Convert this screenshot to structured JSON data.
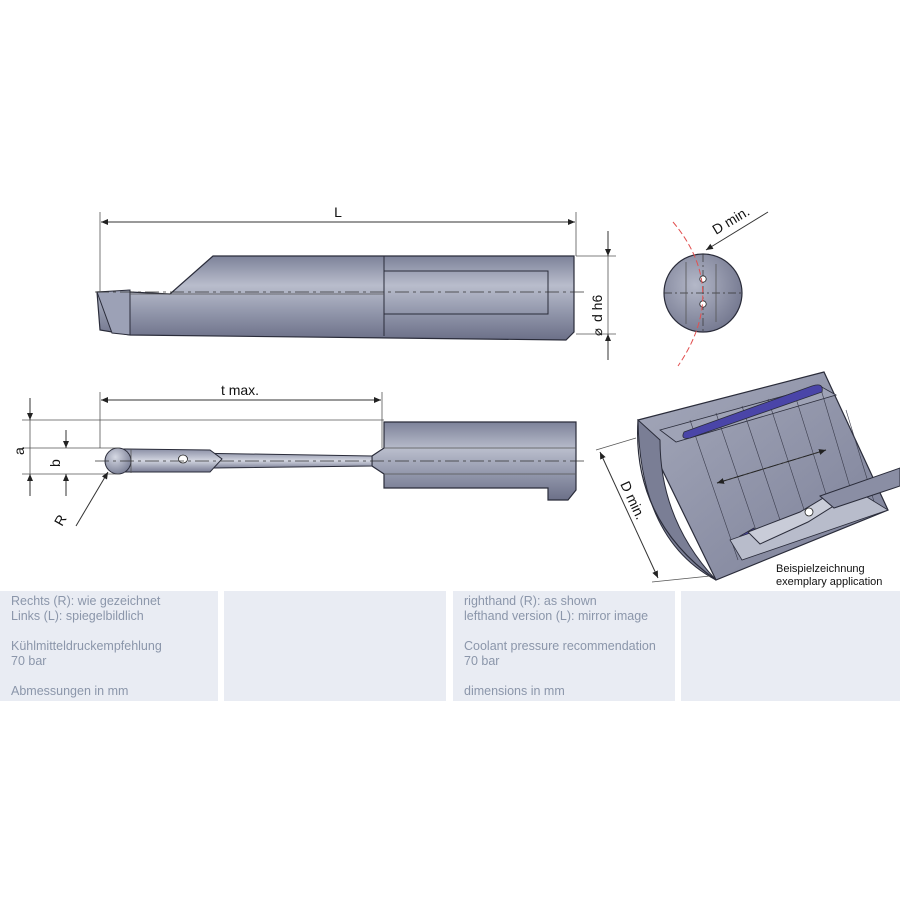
{
  "labels": {
    "L": "L",
    "d_h6": "d h6",
    "D_min": "D min.",
    "t_max": "t max.",
    "a": "a",
    "b": "b",
    "R": "R",
    "caption_de": "Beispielzeichnung",
    "caption_en": "exemplary application"
  },
  "info_de": {
    "line1": "Rechts (R): wie gezeichnet",
    "line2": "Links (L): spiegelbildlich",
    "line3": "Kühlmitteldruckempfehlung",
    "line4": "70 bar",
    "line5": "Abmessungen in mm"
  },
  "info_en": {
    "line1": "righthand (R): as shown",
    "line2": "lefthand version (L): mirror image",
    "line3": "Coolant pressure recommendation",
    "line4": "70 bar",
    "line5": "dimensions in mm"
  },
  "colors": {
    "steel": "#8a8fa6",
    "steel_light": "#c4c8d6",
    "steel_dark": "#55596e",
    "coolant_purple": "#4a45a8",
    "panel": "#e9ecf3",
    "panel_text": "#8b96aa",
    "red_circle": "#e25050"
  }
}
